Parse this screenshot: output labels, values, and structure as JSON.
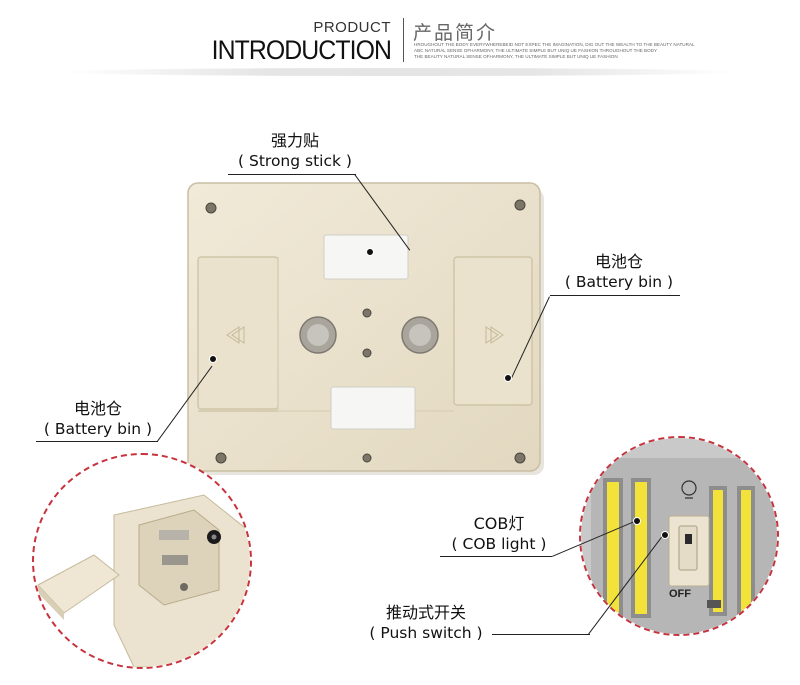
{
  "header": {
    "product": "PRODUCT",
    "introduction": "INTRODUCTION",
    "cn_title": "产品简介",
    "tiny_lines": [
      "HROUGHOUT THE BODY EVERYWHEREBEID NOT EXPEC THE IMAGINATION, DIG OUT THE WEALTH TO THE BEAUTY NATURAL",
      "ABC NATURAL SENSE OFHARMONY, THE ULTIMATE SIMPLE BUT UNIQ UE FASHION THROUGHOUT THE BODY",
      "THE BEAUTY NATURAL SENSE OFHARMONY, THE ULTIMATE SIMPLE BUT UNIQ UE FASHION"
    ]
  },
  "callouts": {
    "strong_stick": {
      "cn": "强力贴",
      "en": "( Strong stick )"
    },
    "battery_bin_right": {
      "cn": "电池仓",
      "en": "( Battery bin )"
    },
    "battery_bin_left": {
      "cn": "电池仓",
      "en": "( Battery bin )"
    },
    "cob_light": {
      "cn": "COB灯",
      "en": "(  COB light )"
    },
    "push_switch": {
      "cn": "推动式开关",
      "en": "( Push switch )"
    }
  },
  "switch_off_label": "OFF",
  "colors": {
    "device_body": "#ece4d0",
    "device_edge": "#c9bea4",
    "tape": "#f6f6f4",
    "dashed_circle": "#c8323c",
    "cob_led": "#f2e23a"
  }
}
